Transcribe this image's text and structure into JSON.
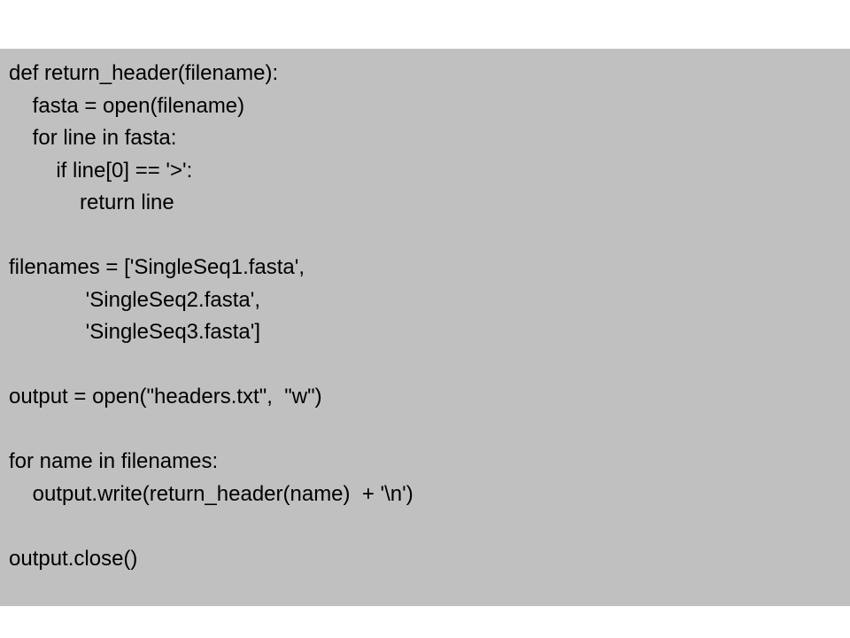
{
  "code": {
    "lines": [
      "def return_header(filename):",
      "    fasta = open(filename)",
      "    for line in fasta:",
      "        if line[0] == '>':",
      "            return line",
      "",
      "filenames = ['SingleSeq1.fasta',",
      "             'SingleSeq2.fasta',",
      "             'SingleSeq3.fasta']",
      "",
      "output = open(\"headers.txt\",  \"w\")",
      "",
      "for name in filenames:",
      "    output.write(return_header(name)  + '\\n')",
      "",
      "output.close()"
    ]
  },
  "colors": {
    "panel_background": "#c0c0c0",
    "text": "#000000"
  }
}
